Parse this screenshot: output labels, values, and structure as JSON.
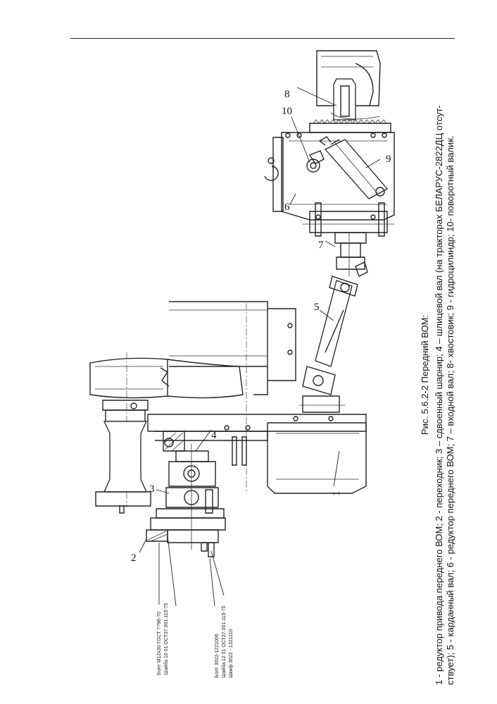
{
  "figure": {
    "title": "Рис. 5.6.2-2 Передний ВОМ:",
    "caption_line1": "1 - редуктор привода переднего ВОМ; 2 - переходник; 3 – сдвоенный шарнир; 4 – шлицевой вал (на тракторах БЕЛАРУС-2822ДЦ отсут-",
    "caption_line2": "ствует); 5 - карданный вал; 6 - редуктор переднего ВОМ; 7 – входной вал; 8- хвостовик; 9 - гидроцилиндр; 10- поворотный валик."
  },
  "callouts": {
    "c1": "1",
    "c2": "2",
    "c3": "3",
    "c4": "4",
    "c5": "5",
    "c6": "6",
    "c7": "7",
    "c8": "8",
    "c9": "9",
    "c10": "10"
  },
  "specs": {
    "s1": "Болт М12х30  ГОСТ 7796-70",
    "s2": "Шайба 10 01 ОСТ37.001.115-75",
    "s3": "Болт  3022-1221006",
    "s4": "Шайба 12 01 ОСТ37.001.115-75",
    "s5": "Шкиф  3022 - 1321110"
  }
}
